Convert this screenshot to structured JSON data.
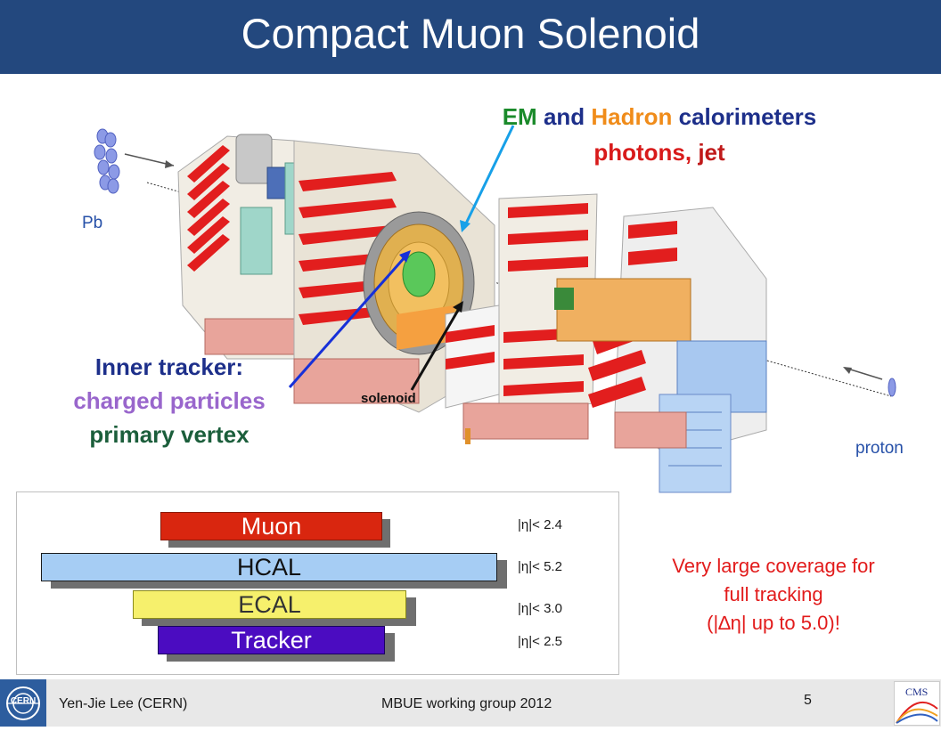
{
  "header": {
    "title": "Compact Muon Solenoid"
  },
  "diagram": {
    "beam_left_label": "Pb",
    "beam_right_label": "proton",
    "solenoid_label": "solenoid",
    "calorimeter": {
      "em": "EM",
      "and1": " and ",
      "hadron": "Hadron",
      "rest": " calorimeters",
      "photons": "photons, ",
      "jet": "jet"
    },
    "tracker": {
      "title": "Inner tracker:",
      "line2": "charged particles",
      "line3": "primary vertex"
    }
  },
  "coverage": {
    "bars": [
      {
        "label": "Muon",
        "eta": "|η|< 2.4",
        "color": "#d9260f"
      },
      {
        "label": "HCAL",
        "eta": "|η|< 5.2",
        "color": "#a6cdf4"
      },
      {
        "label": "ECAL",
        "eta": "|η|< 3.0",
        "color": "#f6f06c"
      },
      {
        "label": "Tracker",
        "eta": "|η|< 2.5",
        "color": "#4b0cc1"
      }
    ],
    "note_line1": "Very large coverage for",
    "note_line2": "full tracking",
    "note_line3": "(|∆η| up to 5.0)!"
  },
  "footer": {
    "author": "Yen-Jie Lee (CERN)",
    "event": "MBUE working group 2012",
    "page": "5",
    "cms_logo_text": "CMS",
    "cern_logo_text": "CERN"
  },
  "colors": {
    "title_bar": "#23487e",
    "em_green": "#1a8a2a",
    "hadron_orange": "#f08c1a",
    "red": "#d81a1a",
    "tracker_purple": "#9966cc",
    "vertex_green": "#1b5e3b",
    "navy": "#1d2f8a"
  }
}
